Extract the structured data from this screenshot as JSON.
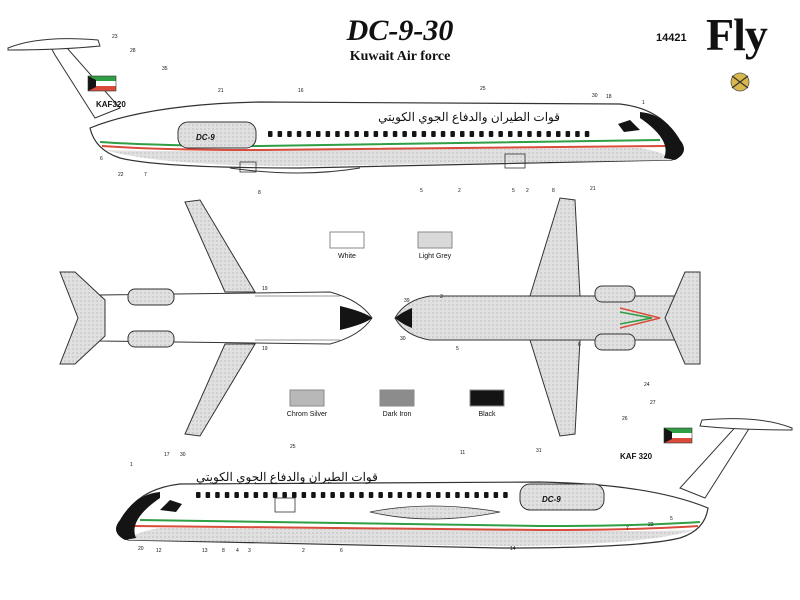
{
  "header": {
    "title": "DC-9-30",
    "subtitle": "Kuwait Air force",
    "catalog_number": "14421",
    "brand": "Fly"
  },
  "livery": {
    "registration_top": "KAF320",
    "registration_bottom": "KAF 320",
    "arabic_top": "قوات الطيران والدفاع الجوي الكويتي",
    "arabic_bottom": "قوات الطيران والدفاع الجوي الكويتي",
    "engine_logo": "DC-9"
  },
  "legend": [
    {
      "label": "White",
      "color": "#ffffff"
    },
    {
      "label": "Light Grey",
      "color": "#d9d9d9"
    },
    {
      "label": "Chrom Silver",
      "color": "#b8b8b8"
    },
    {
      "label": "Dark Iron",
      "color": "#8c8c8c"
    },
    {
      "label": "Black",
      "color": "#141414"
    }
  ],
  "colors": {
    "green_stripe": "#2f9e44",
    "red_stripe": "#d94b3a",
    "grey_belly": "#d9d9d9",
    "outline": "#333333"
  },
  "callouts_top": [
    "23",
    "28",
    "35",
    "21",
    "16",
    "25",
    "30",
    "18",
    "1",
    "6",
    "22",
    "7",
    "8",
    "5",
    "2",
    "5",
    "2",
    "8",
    "21"
  ],
  "callouts_mid": [
    "19",
    "19",
    "39",
    "3",
    "30",
    "5",
    "6"
  ],
  "callouts_bottom": [
    "24",
    "27",
    "26",
    "17",
    "30",
    "1",
    "25",
    "11",
    "31",
    "20",
    "12",
    "13",
    "8",
    "4",
    "3",
    "2",
    "6",
    "14",
    "7",
    "22",
    "5"
  ]
}
